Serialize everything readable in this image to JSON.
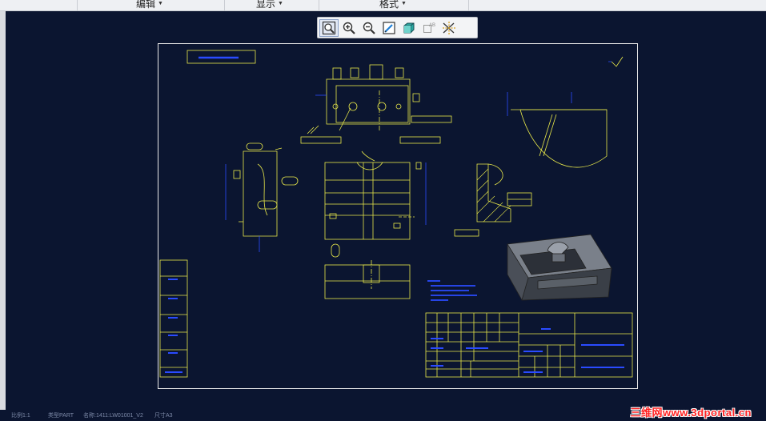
{
  "menu": {
    "items": [
      {
        "label": "编辑",
        "name": "menu-edit"
      },
      {
        "label": "显示",
        "name": "menu-display"
      },
      {
        "label": "格式",
        "name": "menu-format"
      }
    ]
  },
  "toolbar": {
    "buttons": [
      {
        "icon": "zoom-fit-icon"
      },
      {
        "icon": "zoom-in-icon"
      },
      {
        "icon": "zoom-out-icon"
      },
      {
        "icon": "repaint-icon"
      },
      {
        "icon": "shaded-view-icon"
      },
      {
        "icon": "annotation-display-icon",
        "label": "AB"
      },
      {
        "icon": "axis-display-icon"
      }
    ]
  },
  "status": {
    "scale": "比例1:1",
    "type": "类型PART",
    "name": "名称:1411:LW01001_V2",
    "size": "尺寸A3"
  },
  "watermark": "三维网www.3dportal.cn",
  "colors": {
    "background": "#0b1530",
    "linework": "#e8e84a",
    "annotation": "#2a4bff",
    "sheet_border": "#e8e8e8"
  }
}
